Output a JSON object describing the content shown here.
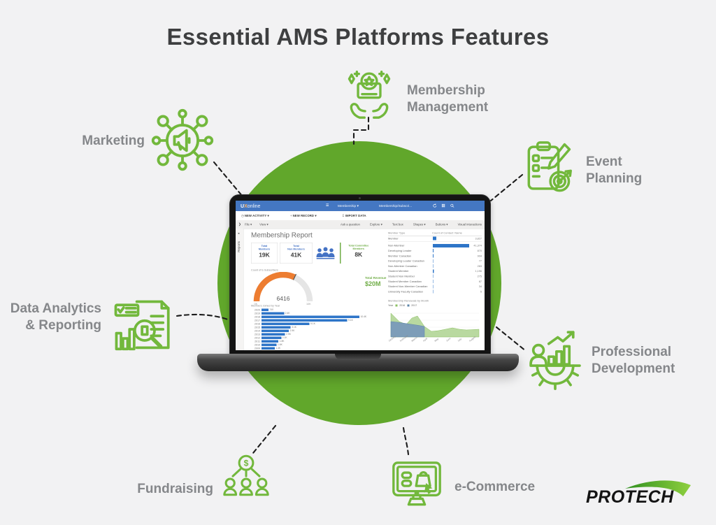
{
  "title": "Essential AMS Platforms Features",
  "colors": {
    "background": "#f2f2f3",
    "green_circle": "#61a72b",
    "icon_green": "#72b83c",
    "label_gray": "#85878a",
    "title_gray": "#3e3f40",
    "topbar_blue": "#4477c2",
    "pbi_bar_blue": "#2e75c8",
    "gauge_orange": "#ed7d31",
    "revenue_green": "#70ad47",
    "kpi_label_blue": "#4472c4",
    "area_green": "#b9d9a0",
    "area_blue": "#7d9db8"
  },
  "features": [
    {
      "id": "marketing",
      "label": "Marketing"
    },
    {
      "id": "membership-management",
      "label": "Membership Management"
    },
    {
      "id": "event-planning",
      "label": "Event Planning"
    },
    {
      "id": "data-analytics",
      "label": "Data Analytics & Reporting"
    },
    {
      "id": "professional-development",
      "label": "Professional Development"
    },
    {
      "id": "fundraising",
      "label": "Fundraising"
    },
    {
      "id": "ecommerce",
      "label": "e-Commerce"
    }
  ],
  "logo": {
    "text": "PROTECH"
  },
  "laptop": {
    "topbar": {
      "logo_u": "U",
      "logo_x": "X",
      "logo_rest": "online",
      "burger": "≡",
      "menu1": "Membership",
      "menu1_caret": "▾",
      "menu2": "Membership/Subscri..."
    },
    "actionbar": {
      "a1_glyph": "◷",
      "a1": "NEW ACTIVITY",
      "a1_caret": "▾",
      "a2_glyph": "+",
      "a2": "NEW RECORD",
      "a2_caret": "▾",
      "a3_glyph": "↧",
      "a3": "IMPORT DATA"
    },
    "pbi_toolbar": {
      "collapse": "❯",
      "left_items": [
        "File ▾",
        "View ▾"
      ],
      "right_items": [
        "Ask a question",
        "Explore ▾",
        "Text box",
        "Shapes ▾",
        "Buttons ▾",
        "Visual interactions"
      ]
    },
    "side_tab": {
      "pin": "◂",
      "label": "Reports"
    },
    "report": {
      "title": "Membership Report",
      "kpis": [
        {
          "label1": "Total",
          "label2": "Members",
          "value": "19K"
        },
        {
          "label1": "Total",
          "label2": "Non Members",
          "value": "41K"
        },
        {
          "label1": "Total Committee",
          "label2": "Members",
          "value": "8K"
        }
      ],
      "gauge": {
        "title": "Count of E-Subscribers",
        "value": "6416",
        "min": "0K",
        "max": "10K"
      },
      "revenue": {
        "label": "Total Revenue",
        "value": "$20M"
      },
      "bar_chart": {
        "title": "Members Joined by Year",
        "rows": [
          {
            "year": "2020",
            "label": "740",
            "num": 740
          },
          {
            "year": "2019",
            "label": "2.4K",
            "num": 2400
          },
          {
            "year": "2018",
            "label": "10.4K",
            "num": 10400
          },
          {
            "year": "2017",
            "label": "9.1K",
            "num": 9100
          },
          {
            "year": "2016",
            "label": "5.1K",
            "num": 5100
          },
          {
            "year": "2015",
            "label": "3.1K",
            "num": 3100
          },
          {
            "year": "2014",
            "label": "2.9K",
            "num": 2900
          },
          {
            "year": "2013",
            "label": "2.5K",
            "num": 2500
          },
          {
            "year": "2012",
            "label": "2.1K",
            "num": 2100
          },
          {
            "year": "2011",
            "label": "1.8K",
            "num": 1800
          },
          {
            "year": "2010",
            "label": "1.6K",
            "num": 1600
          },
          {
            "year": "2009",
            "label": "1.4K",
            "num": 1400
          }
        ]
      },
      "member_table": {
        "headers": [
          "Member Type",
          "Count of Contact: Name"
        ],
        "rows": [
          {
            "type": "Member",
            "value": "3,827",
            "num": 3827
          },
          {
            "type": "Non-Member",
            "value": "41,374",
            "num": 41374
          },
          {
            "type": "Developing Leader",
            "value": "870",
            "num": 870
          },
          {
            "type": "Member Canadian",
            "value": "904",
            "num": 904
          },
          {
            "type": "Developing Leader Canadian",
            "value": "77",
            "num": 77
          },
          {
            "type": "Non-Member Canadian",
            "value": "283",
            "num": 283
          },
          {
            "type": "Student Member",
            "value": "1,196",
            "num": 1196
          },
          {
            "type": "Student Non Member",
            "value": "275",
            "num": 275
          },
          {
            "type": "Student Member Canadian",
            "value": "87",
            "num": 87
          },
          {
            "type": "Student Non-Member Canadian",
            "value": "34",
            "num": 34
          },
          {
            "type": "University Faculty Canadian",
            "value": "5",
            "num": 5
          }
        ]
      },
      "area_chart": {
        "title": "Membership Renewals by Month",
        "legend_label": "Year",
        "legend": [
          "2016",
          "2017"
        ],
        "months": [
          "January",
          "February",
          "March",
          "April",
          "May",
          "June",
          "July",
          "August"
        ]
      }
    }
  }
}
